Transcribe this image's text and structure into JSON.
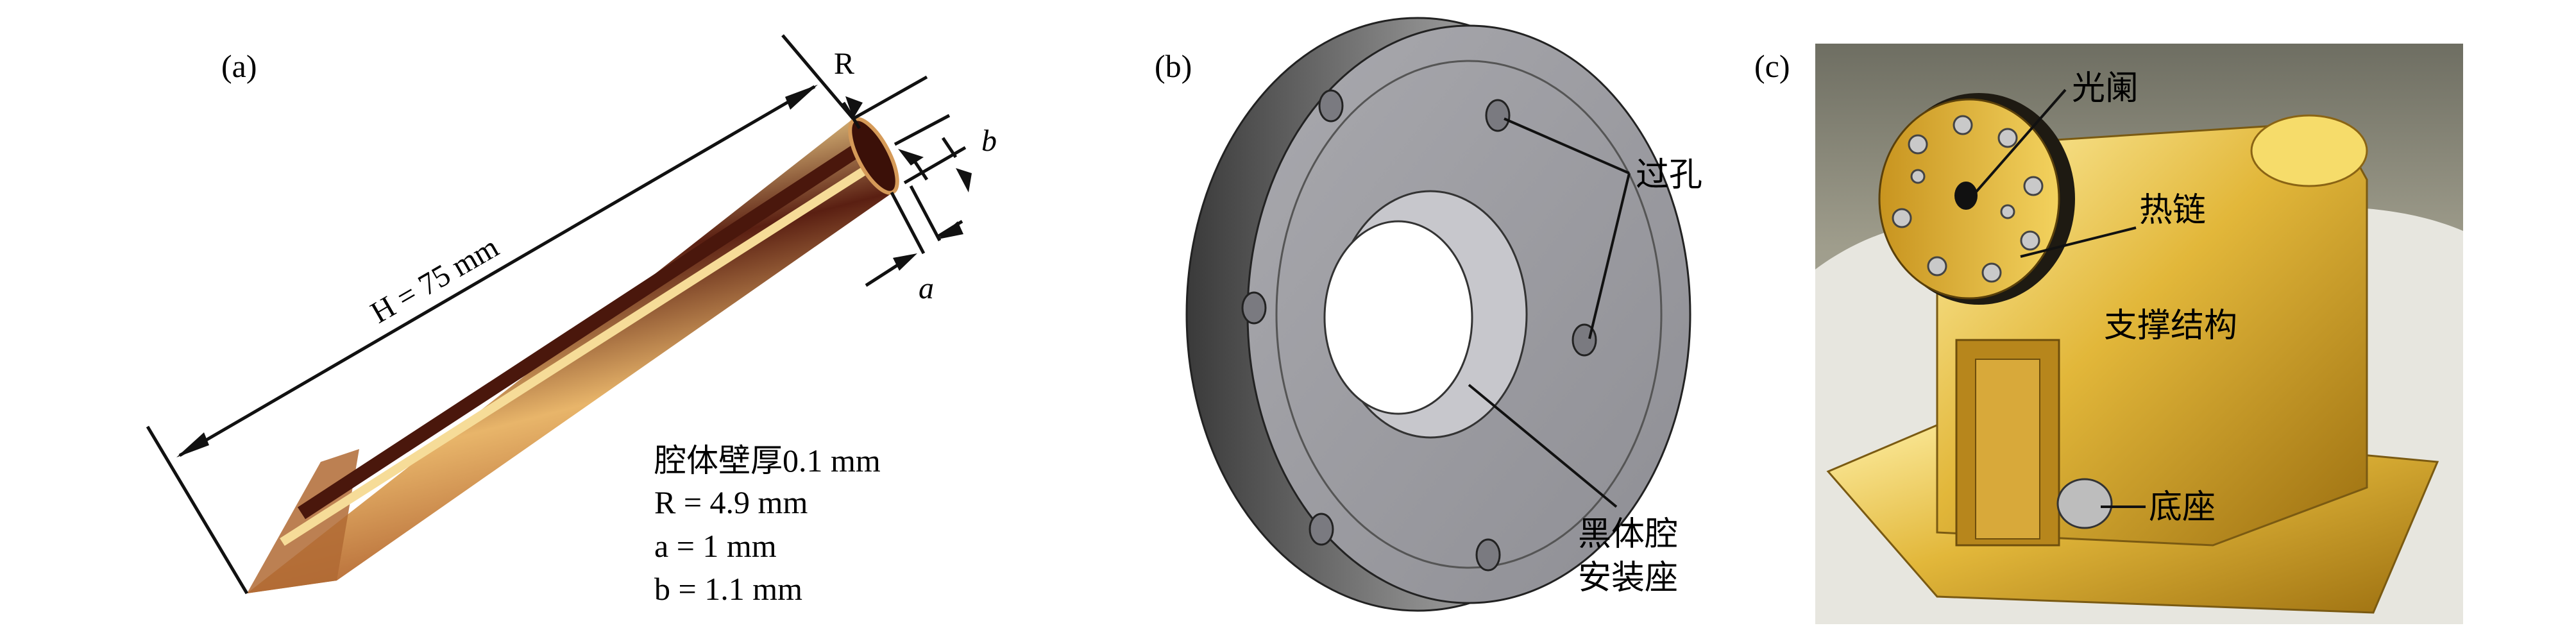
{
  "panels": {
    "a": {
      "label": "(a)",
      "dim_H": "H = 75 mm",
      "dim_R": "R",
      "dim_a": "a",
      "dim_b": "b",
      "spec_lines": [
        "腔体壁厚0.1 mm",
        "R = 4.9 mm",
        "a = 1 mm",
        "b = 1.1 mm"
      ]
    },
    "b": {
      "label": "(b)",
      "callout_holes": "过孔",
      "callout_mount_line1": "黑体腔",
      "callout_mount_line2": "安装座"
    },
    "c": {
      "label": "(c)",
      "callout_aperture": "光阑",
      "callout_heat_link": "热链",
      "callout_support": "支撑结构",
      "callout_base": "底座"
    }
  }
}
